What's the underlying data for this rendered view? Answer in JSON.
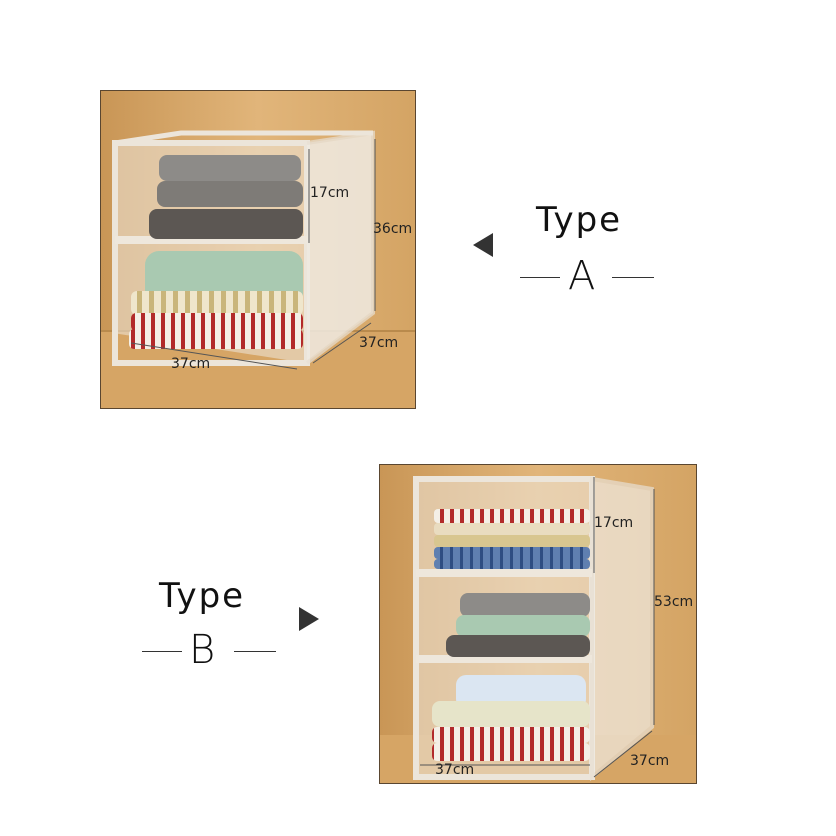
{
  "type_a": {
    "word": "Type",
    "letter": "A",
    "dimensions": {
      "shelf_height": "17cm",
      "total_height": "36cm",
      "depth": "37cm",
      "width": "37cm"
    }
  },
  "type_b": {
    "word": "Type",
    "letter": "B",
    "dimensions": {
      "shelf_height": "17cm",
      "total_height": "53cm",
      "depth": "37cm",
      "width": "37cm"
    }
  },
  "colors": {
    "wood": "#d9a968",
    "shelf_panel": "#f1ebe2",
    "arrow": "#333333"
  },
  "icons": {
    "pointer_a": "triangle-left-icon",
    "pointer_b": "triangle-right-icon"
  }
}
